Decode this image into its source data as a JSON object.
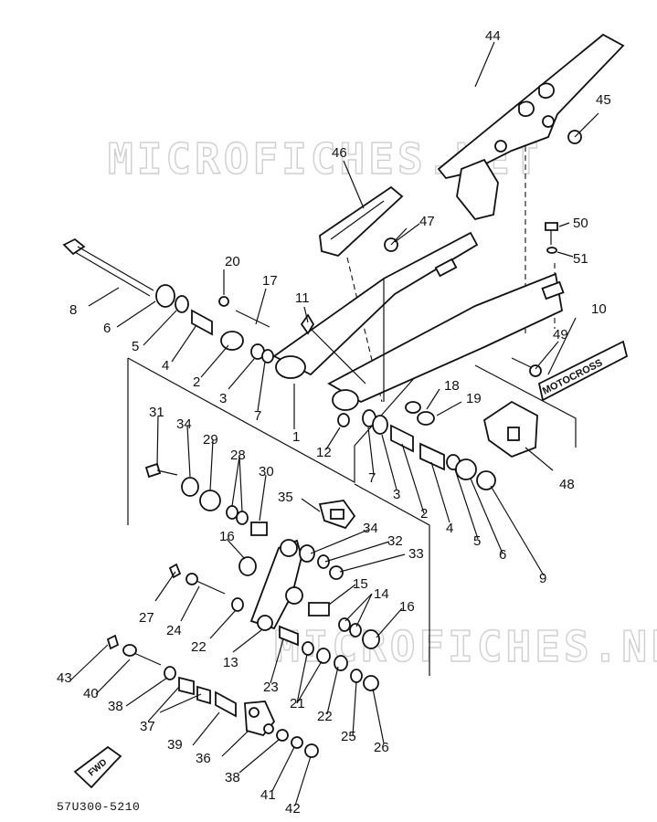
{
  "watermark": "MICROFICHES.NET",
  "fwd_label": "FWD",
  "decal_text": "MOTOCROSS",
  "drawing_code": "57U300-5210",
  "callouts": [
    "1",
    "2",
    "3",
    "4",
    "5",
    "6",
    "7",
    "8",
    "9",
    "10",
    "11",
    "12",
    "13",
    "14",
    "15",
    "16",
    "17",
    "18",
    "19",
    "20",
    "21",
    "22",
    "23",
    "24",
    "25",
    "26",
    "27",
    "28",
    "29",
    "30",
    "31",
    "32",
    "33",
    "34",
    "35",
    "36",
    "37",
    "38",
    "39",
    "40",
    "41",
    "42",
    "43",
    "44",
    "45",
    "46",
    "47",
    "48",
    "49",
    "50",
    "51"
  ]
}
